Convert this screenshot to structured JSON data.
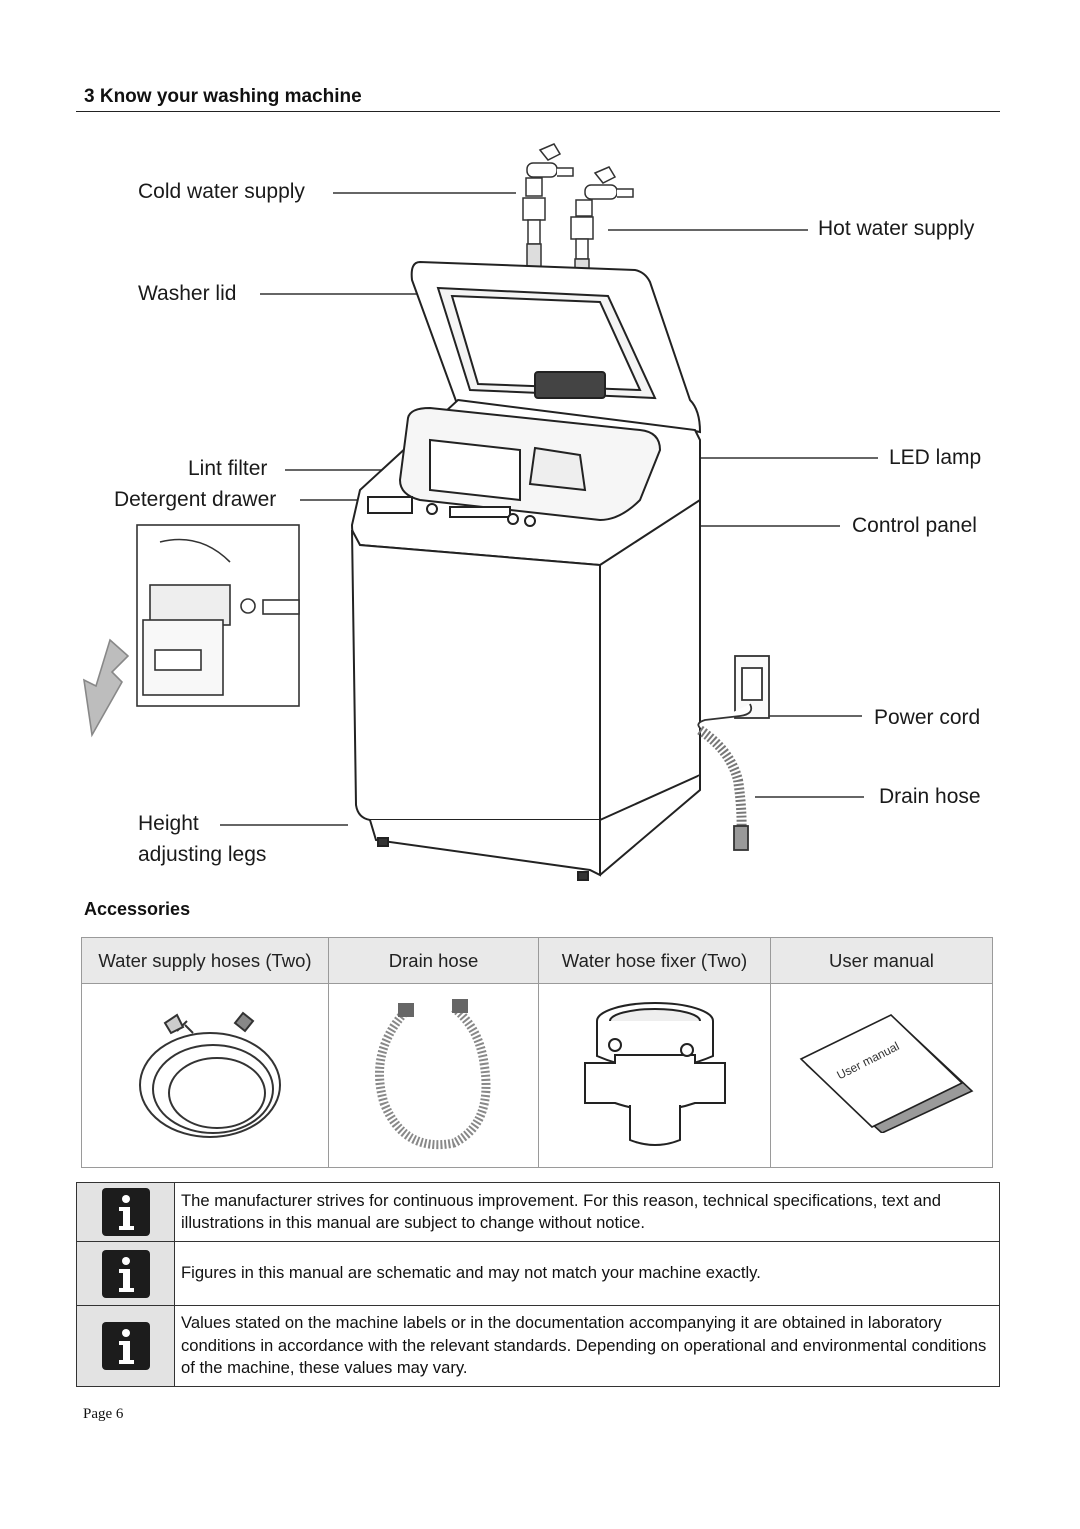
{
  "section": {
    "title": "3 Know your washing machine"
  },
  "diagram": {
    "labels": {
      "cold_water": "Cold water supply",
      "hot_water": "Hot water supply",
      "washer_lid": "Washer lid",
      "lint_filter": "Lint filter",
      "detergent_drawer": "Detergent drawer",
      "led_lamp": "LED lamp",
      "control_panel": "Control panel",
      "power_cord": "Power cord",
      "drain_hose": "Drain hose",
      "height_legs_line1": "Height",
      "height_legs_line2": "adjusting legs"
    }
  },
  "accessories": {
    "title": "Accessories",
    "columns": [
      "Water supply hoses (Two)",
      "Drain hose",
      "Water hose fixer (Two)",
      "User manual"
    ],
    "manual_cover_text": "User manual"
  },
  "notes": [
    {
      "icon": "info-icon",
      "text": "The manufacturer  strives for continuous improvement. For this reason, technical specifications, text and illustrations in this manual are subject to change without notice."
    },
    {
      "icon": "info-icon",
      "text": "Figures in this manual are schematic and may not match your machine exactly."
    },
    {
      "icon": "info-icon",
      "text": "Values stated on the machine labels or in the documentation accompanying it are obtained in laboratory conditions in accordance with the relevant standards. Depending on operational and environmental conditions of the machine, these values may vary."
    }
  ],
  "footer": {
    "page": "Page 6"
  }
}
